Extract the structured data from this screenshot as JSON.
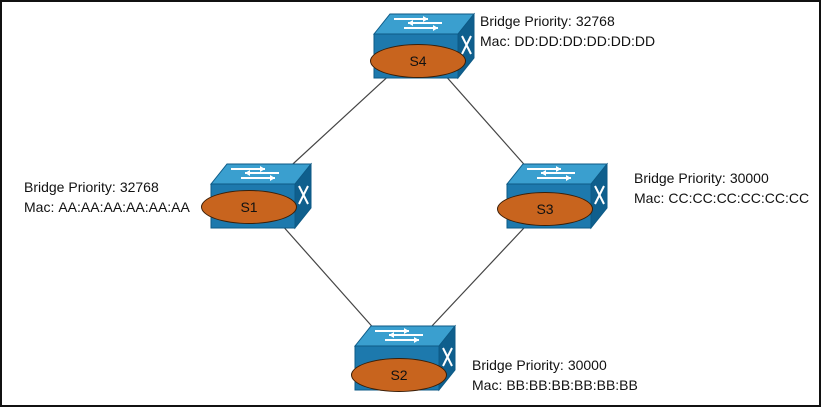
{
  "colors": {
    "switch_top": "#3a9fcf",
    "switch_front": "#1d79ad",
    "switch_side": "#0f5f8d",
    "badge": "#c8641e",
    "link": "#444444",
    "text": "#111111"
  },
  "icons": {
    "switch": "network-switch-icon"
  },
  "labels": {
    "priority": "Bridge Priority:",
    "mac": "Mac:"
  },
  "switches": [
    {
      "id": "S1",
      "priority": "32768",
      "mac": "AA:AA:AA:AA:AA:AA"
    },
    {
      "id": "S2",
      "priority": "30000",
      "mac": "BB:BB:BB:BB:BB:BB"
    },
    {
      "id": "S3",
      "priority": "30000",
      "mac": "CC:CC:CC:CC:CC:CC"
    },
    {
      "id": "S4",
      "priority": "32768",
      "mac": "DD:DD:DD:DD:DD:DD"
    }
  ],
  "links": [
    {
      "from": "S4",
      "to": "S1"
    },
    {
      "from": "S4",
      "to": "S3"
    },
    {
      "from": "S1",
      "to": "S2"
    },
    {
      "from": "S3",
      "to": "S2"
    }
  ]
}
